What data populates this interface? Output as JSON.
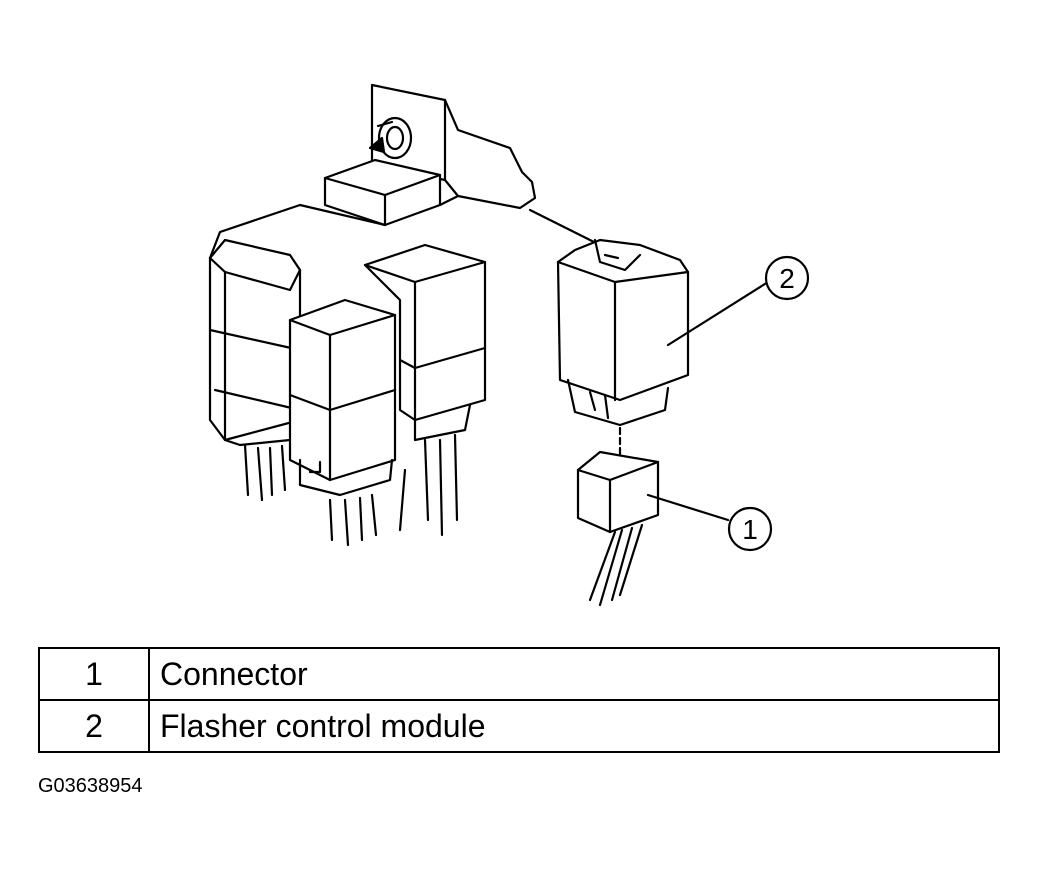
{
  "callouts": [
    {
      "number": "1"
    },
    {
      "number": "2"
    }
  ],
  "legend": {
    "rows": [
      {
        "number": "1",
        "description": "Connector"
      },
      {
        "number": "2",
        "description": "Flasher control module"
      }
    ]
  },
  "figure_id": "G03638954"
}
